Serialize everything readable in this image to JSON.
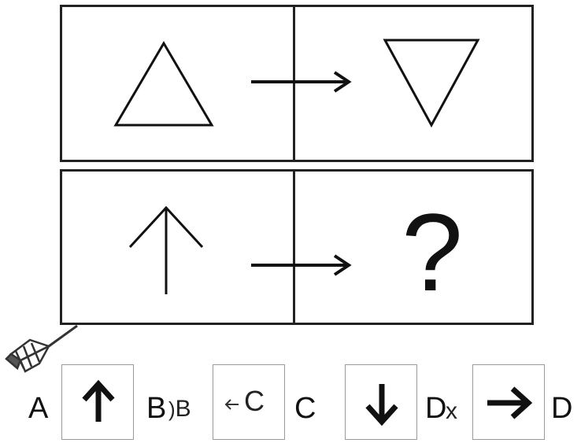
{
  "puzzle": {
    "question_mark": "?"
  },
  "options": [
    {
      "letter": "A",
      "figure": "bold-up-arrow"
    },
    {
      "letter": "B",
      "figure": "small-left-arrow-with-C",
      "box_text": "C"
    },
    {
      "letter": "C",
      "figure": "bold-down-arrow"
    },
    {
      "letter": "D",
      "figure": "bold-right-arrow"
    }
  ],
  "annotations": {
    "after_b": "B",
    "after_d": "x"
  }
}
